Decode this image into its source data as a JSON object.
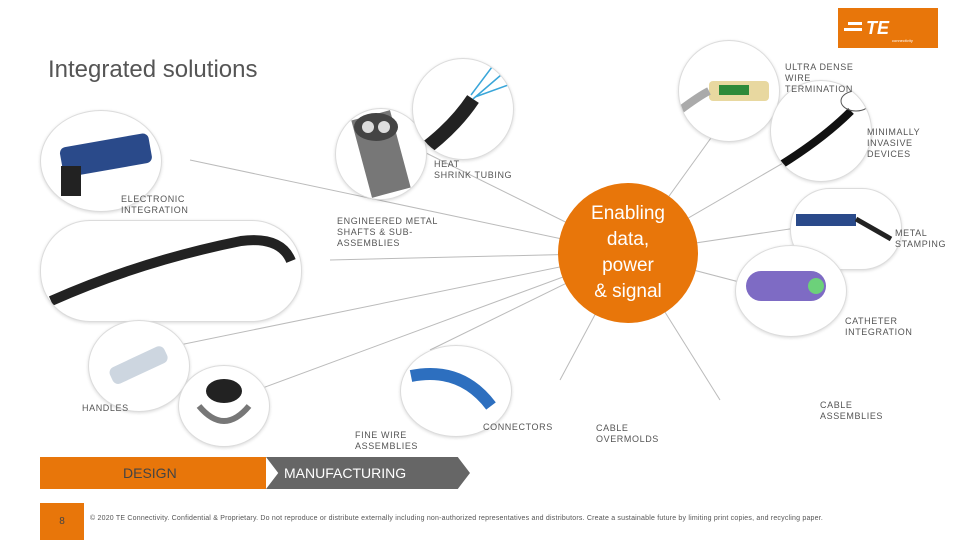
{
  "header": {
    "title": "Integrated solutions"
  },
  "logo": {
    "text": "TE",
    "subtext": "connectivity"
  },
  "hub": {
    "text": "Enabling\ndata,\npower\n& signal"
  },
  "labels": {
    "ultra_dense": "ULTRA DENSE\nWIRE\nTERMINATION",
    "minimally_invasive": "MINIMALLY\nINVASIVE\nDEVICES",
    "heat_shrink": "HEAT\nSHRINK TUBING",
    "electronic": "ELECTRONIC\nINTEGRATION",
    "engineered": "ENGINEERED METAL\nSHAFTS & SUB-\nASSEMBLIES",
    "metal_stamping": "METAL\nSTAMPING",
    "catheter": "CATHETER\nINTEGRATION",
    "handles": "HANDLES",
    "cable_assemblies": "CABLE\nASSEMBLIES",
    "connectors": "CONNECTORS",
    "cable_overmolds": "CABLE\nOVERMOLDS",
    "fine_wire": "FINE WIRE\nASSEMBLIES"
  },
  "phases": {
    "design": "DESIGN",
    "manufacturing": "MANUFACTURING"
  },
  "footer": {
    "page_number": "8",
    "copyright": "© 2020 TE Connectivity. Confidential & Proprietary. Do not reproduce or distribute externally including non-authorized representatives and distributors.  Create a sustainable future by limiting print copies, and recycling paper."
  },
  "colors": {
    "accent": "#e8760a",
    "text": "#555555",
    "band_dark": "#666666"
  }
}
